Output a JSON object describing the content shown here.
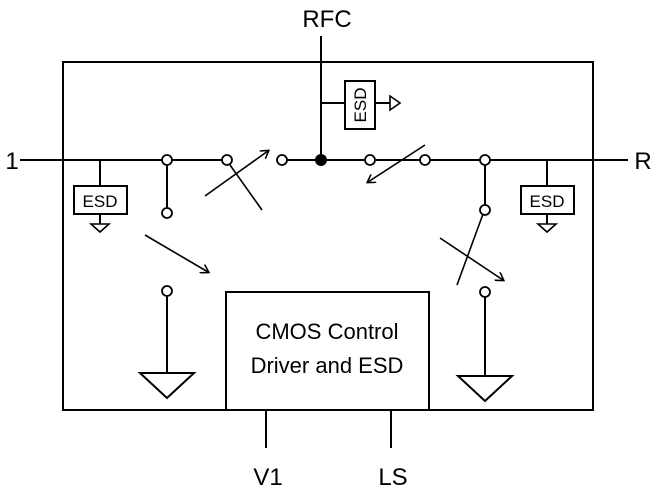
{
  "pins": {
    "rfc": "RFC",
    "rf1": "1",
    "rf2": "R",
    "v1": "V1",
    "ls": "LS"
  },
  "esd_label": "ESD",
  "controller": {
    "line1": "CMOS Control",
    "line2": "Driver and ESD"
  }
}
